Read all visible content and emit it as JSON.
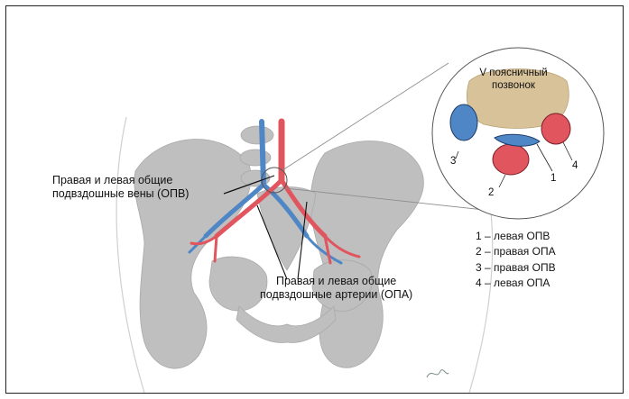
{
  "labels": {
    "veins_line1": "Правая и левая общие",
    "veins_line2": "подвздошные вены (ОПВ)",
    "arteries_line1": "Правая и левая общие",
    "arteries_line2": "подвздошные артерии (ОПА)",
    "vertebra_line1": "V поясничный",
    "vertebra_line2": "позвонок"
  },
  "callout_numbers": {
    "n1": "1",
    "n2": "2",
    "n3": "3",
    "n4": "4"
  },
  "legend": [
    "1 – левая ОПВ",
    "2 – правая ОПА",
    "3 – правая ОПВ",
    "4 – левая ОПА"
  ],
  "colors": {
    "bone": "#bdbdbd",
    "vein": "#4f86c6",
    "artery": "#e0555e",
    "vertebra": "#d8c29a"
  }
}
